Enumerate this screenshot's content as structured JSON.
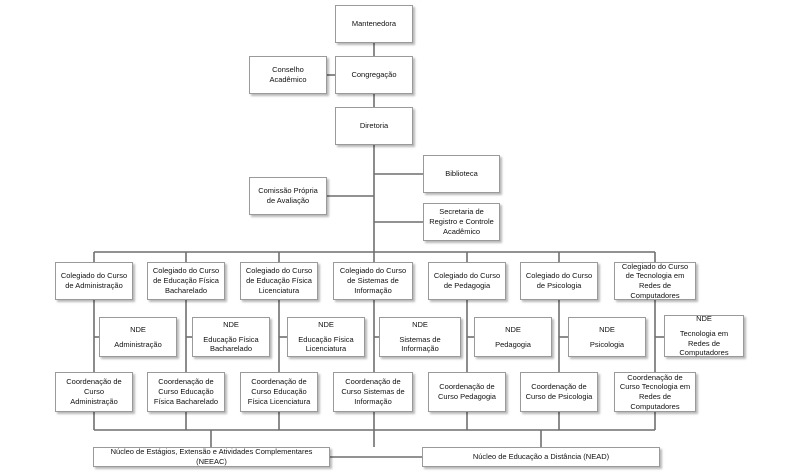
{
  "top": {
    "mantenedora": "Mantenedora",
    "conselho": "Conselho Acadêmico",
    "congregacao": "Congregação",
    "diretoria": "Diretoria",
    "biblioteca": "Biblioteca",
    "cpa": "Comissão Própria de Avaliação",
    "secretaria": "Secretaria de Registro e Controle Acadêmico"
  },
  "colegiados": [
    "Colegiado do Curso de Administração",
    "Colegiado do Curso de Educação Física Bacharelado",
    "Colegiado do Curso de Educação Física Licenciatura",
    "Colegiado do Curso de Sistemas de Informação",
    "Colegiado do Curso de Pedagogia",
    "Colegiado do Curso de Psicologia",
    "Colegiado do Curso de Tecnologia em Redes de Computadores"
  ],
  "nde": [
    {
      "title": "NDE",
      "name": "Administração"
    },
    {
      "title": "NDE",
      "name": "Educação Física Bacharelado"
    },
    {
      "title": "NDE",
      "name": "Educação Física Licenciatura"
    },
    {
      "title": "NDE",
      "name": "Sistemas de Informação"
    },
    {
      "title": "NDE",
      "name": "Pedagogia"
    },
    {
      "title": "NDE",
      "name": "Psicologia"
    },
    {
      "title": "NDE",
      "name": "Tecnologia em Redes de Computadores"
    }
  ],
  "coordenacoes": [
    "Coordenação de Curso Administração",
    "Coordenação de Curso Educação Física Bacharelado",
    "Coordenação de Curso Educação Física Licenciatura",
    "Coordenação de Curso Sistemas de Informação",
    "Coordenação de Curso Pedagogia",
    "Coordenação de Curso de Psicologia",
    "Coordenação de Curso Tecnologia em Redes de Computadores"
  ],
  "bottom": {
    "neeac": "Núcleo de Estágios, Extensão e Atividades Complementares (NEEAC)",
    "nead": "Núcleo de Educação a Distância (NEAD)"
  }
}
